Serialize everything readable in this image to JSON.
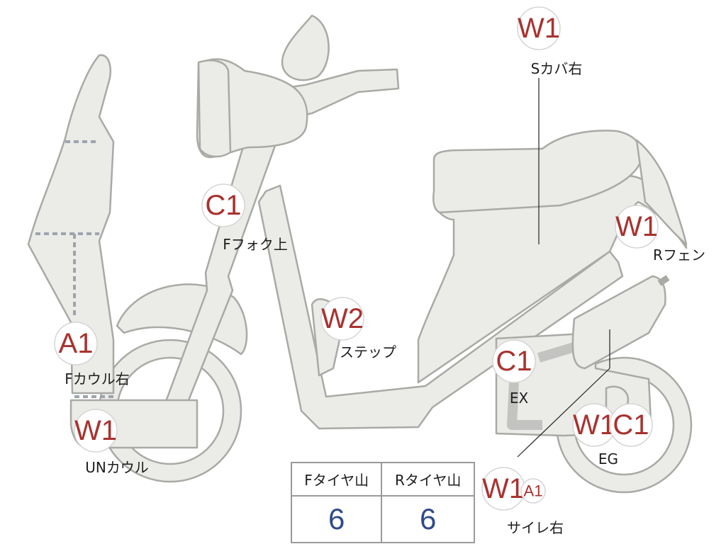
{
  "badges": {
    "s_cover_right": "W1",
    "front_fork_upper": "C1",
    "rear_fender": "W1",
    "front_cowl_right": "A1",
    "step": "W2",
    "exhaust": "C1",
    "under_cowl": "W1",
    "engine_w": "W1",
    "engine_c": "C1",
    "silencer_w": "W1",
    "silencer_a": "A1"
  },
  "labels": {
    "s_cover_right": "Sカバ右",
    "front_fork_upper": "Fフォク上",
    "rear_fender": "Rフェン",
    "front_cowl_right": "Fカウル右",
    "step": "ステップ",
    "exhaust": "EX",
    "under_cowl": "UNカウル",
    "engine": "EG",
    "silencer_right": "サイレ右"
  },
  "tread_table": {
    "headers": [
      "Fタイヤ山",
      "Rタイヤ山"
    ],
    "values": [
      "6",
      "6"
    ]
  },
  "colors": {
    "part_fill": "#ebebe8",
    "part_outline": "#a9aaa5",
    "badge_text": "#a8322f",
    "table_value": "#2f4a8c"
  }
}
